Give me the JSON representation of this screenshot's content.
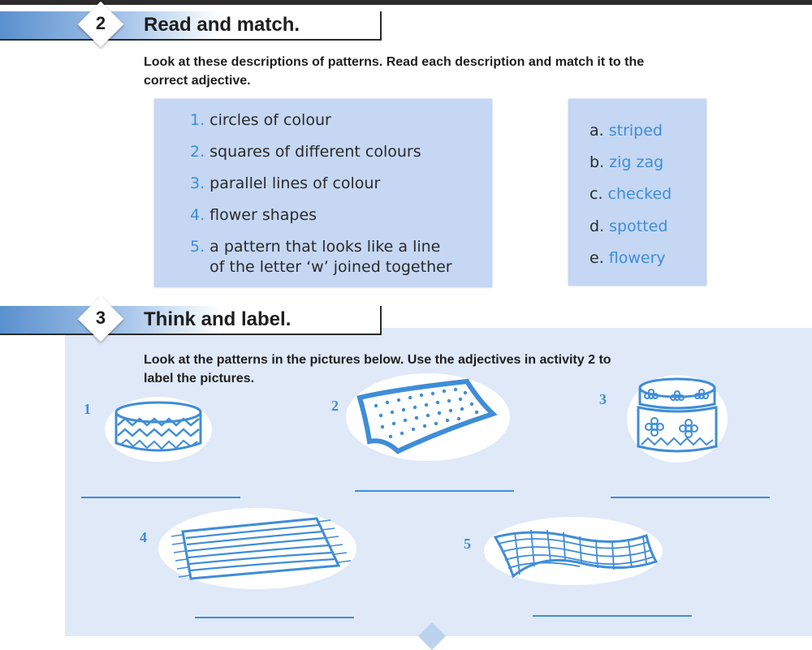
{
  "activity2": {
    "number": "2",
    "title": "Read and match.",
    "instruction_line1": "Look at these descriptions of patterns. Read each description and match it to the",
    "instruction_line2": "correct adjective.",
    "descriptions": [
      {
        "num": "1.",
        "text": "circles of colour"
      },
      {
        "num": "2.",
        "text": "squares of different colours"
      },
      {
        "num": "3.",
        "text": "parallel lines of colour"
      },
      {
        "num": "4.",
        "text": "flower shapes"
      },
      {
        "num": "5.",
        "text_line1": "a pattern that looks like a line",
        "text_line2": "of the letter ‘w’ joined together"
      }
    ],
    "adjectives": [
      {
        "letter": "a.",
        "word": "striped"
      },
      {
        "letter": "b.",
        "word": "zig zag"
      },
      {
        "letter": "c.",
        "word": "checked"
      },
      {
        "letter": "d.",
        "word": "spotted"
      },
      {
        "letter": "e.",
        "word": "flowery"
      }
    ]
  },
  "activity3": {
    "number": "3",
    "title": "Think and label.",
    "instruction_line1": "Look at the patterns in the pictures below. Use the adjectives in activity 2 to",
    "instruction_line2": "label the pictures.",
    "pictures": [
      {
        "num": "1",
        "icon": "zigzag-drum-icon"
      },
      {
        "num": "2",
        "icon": "spotted-rug-icon"
      },
      {
        "num": "3",
        "icon": "flowery-box-icon"
      },
      {
        "num": "4",
        "icon": "striped-mat-icon"
      },
      {
        "num": "5",
        "icon": "checked-cloth-icon"
      }
    ]
  },
  "colors": {
    "accent": "#3f8dd8",
    "panel": "#c5d7f2",
    "background": "#dfe9f8"
  }
}
